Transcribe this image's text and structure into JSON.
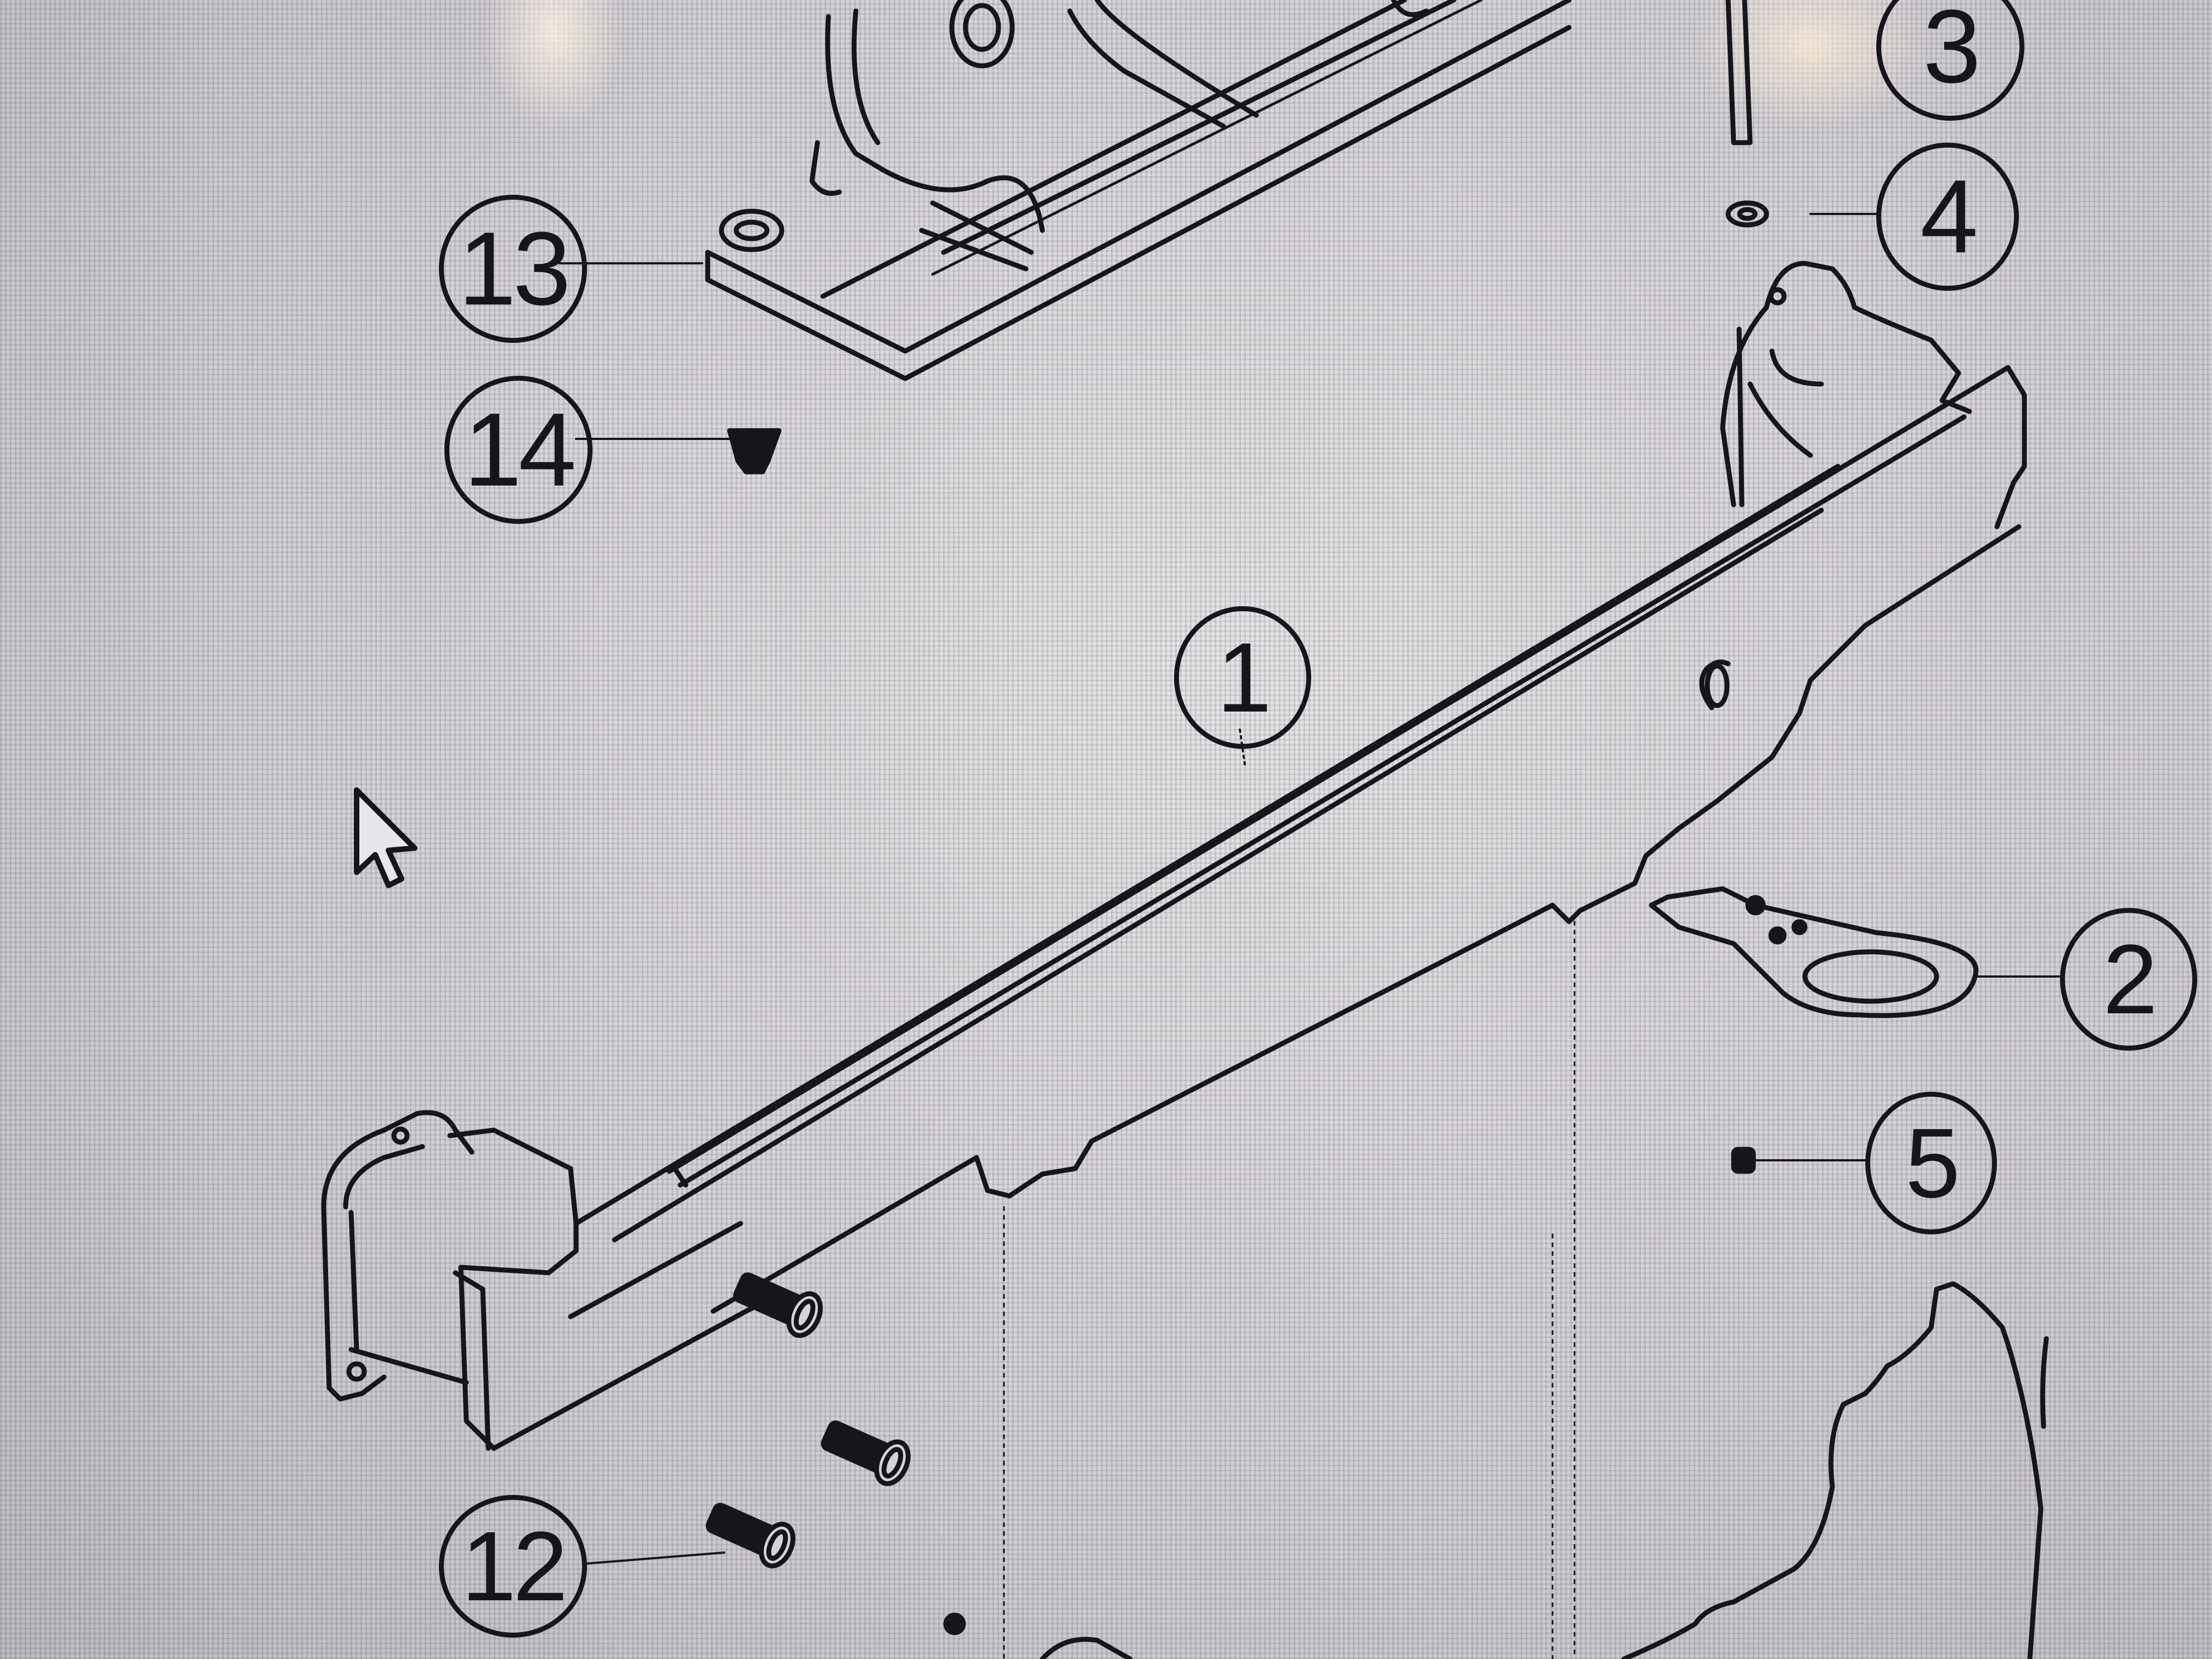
{
  "diagram": {
    "type": "exploded-parts-diagram",
    "colors": {
      "background": "#d6d3d8",
      "line": "#15151c"
    },
    "callouts": [
      {
        "id": "1",
        "label": "1",
        "part": "main-frame-rail"
      },
      {
        "id": "2",
        "label": "2",
        "part": "mounting-bracket-plate"
      },
      {
        "id": "3",
        "label": "3",
        "part": "pin"
      },
      {
        "id": "4",
        "label": "4",
        "part": "washer"
      },
      {
        "id": "5",
        "label": "5",
        "part": "small-nut"
      },
      {
        "id": "12",
        "label": "12",
        "part": "bolts"
      },
      {
        "id": "13",
        "label": "13",
        "part": "upper-bracket-assembly"
      },
      {
        "id": "14",
        "label": "14",
        "part": "small-screw"
      }
    ],
    "cursor": {
      "type": "arrow-pointer"
    }
  }
}
